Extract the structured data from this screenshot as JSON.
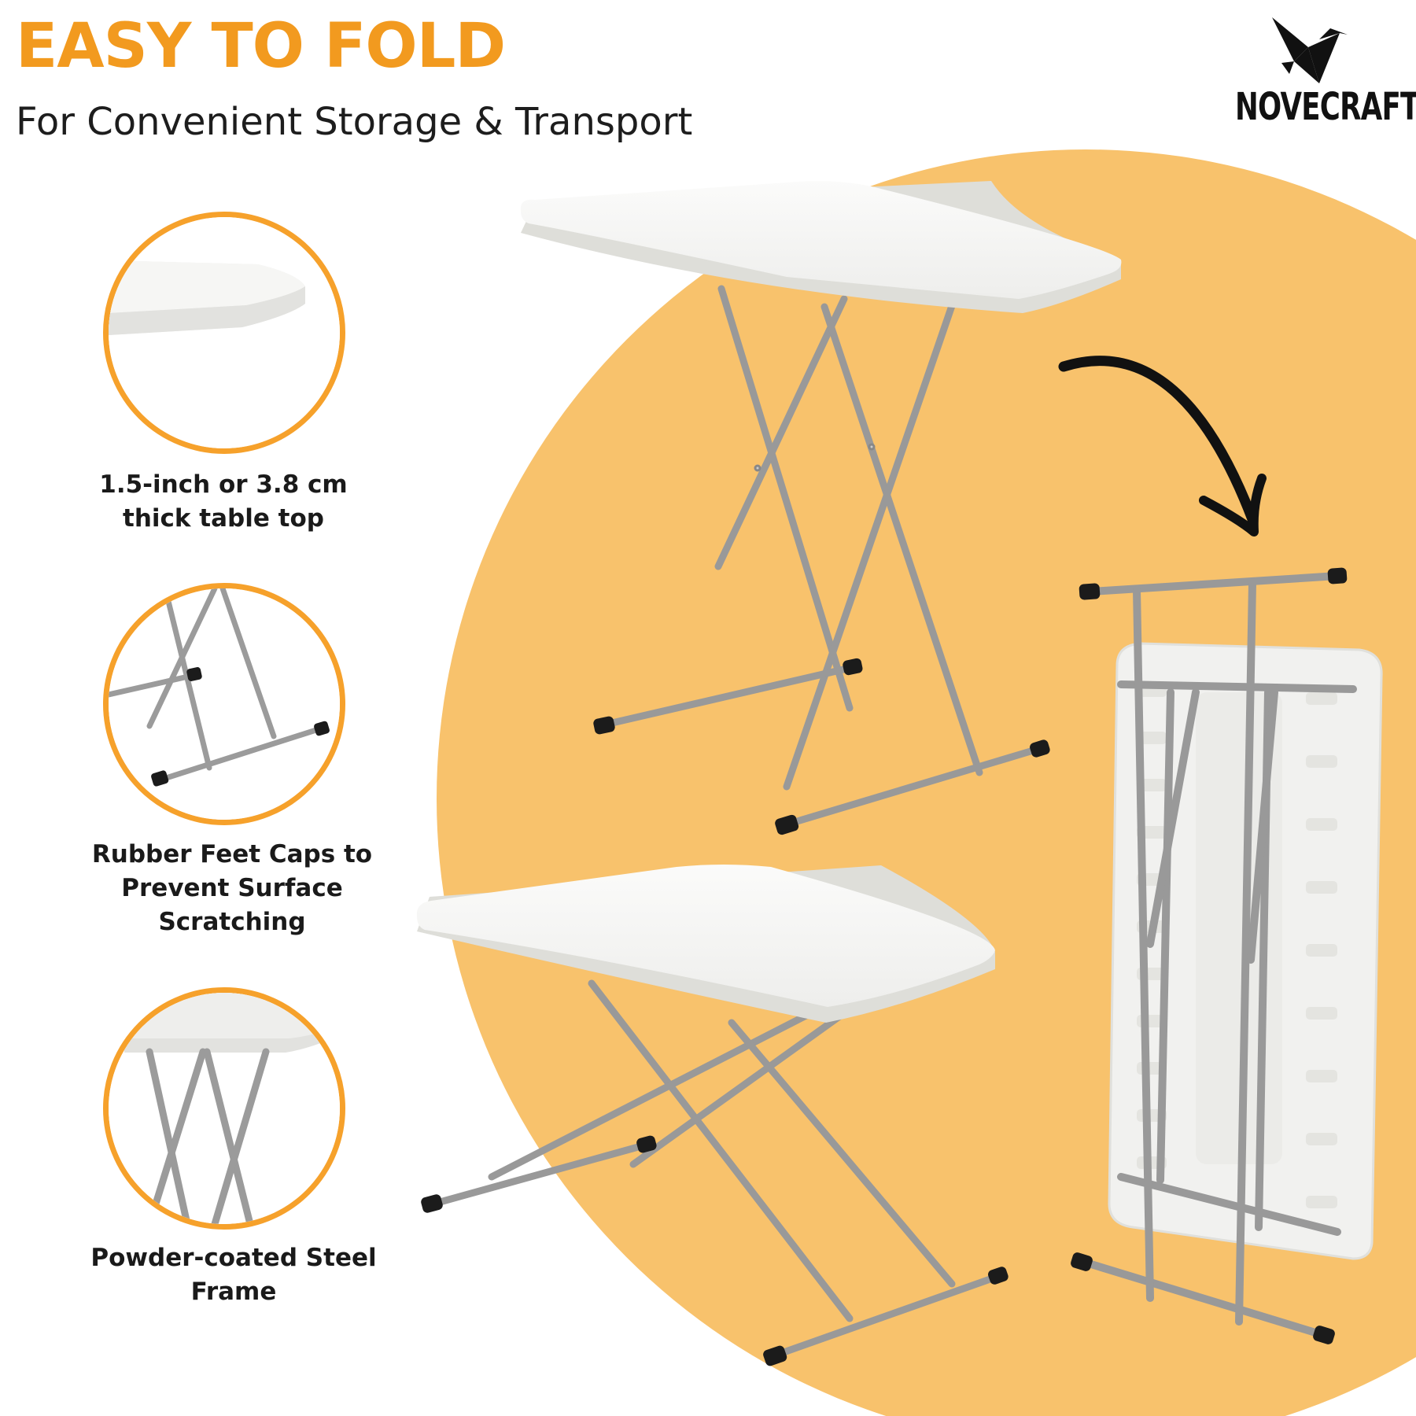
{
  "header": {
    "title": "EASY TO FOLD",
    "subtitle": "For Convenient Storage & Transport"
  },
  "brand": {
    "name": "NOVECRAFTO"
  },
  "features": [
    {
      "line1": "1.5-inch or 3.8 cm",
      "line2": "thick table top",
      "icon": "tabletop-edge-closeup"
    },
    {
      "line1": "Rubber Feet Caps to",
      "line2": "Prevent Surface",
      "line3": "Scratching",
      "icon": "rubber-feet-closeup"
    },
    {
      "line1": "Powder-coated Steel",
      "line2": "Frame",
      "icon": "steel-frame-closeup"
    }
  ],
  "colors": {
    "accent_orange": "#f29a1f",
    "circle_border": "#f6a12b",
    "background_circle": "#f8c26c",
    "frame_grey": "#9b9b9b",
    "tabletop_white": "#f3f3f1"
  }
}
